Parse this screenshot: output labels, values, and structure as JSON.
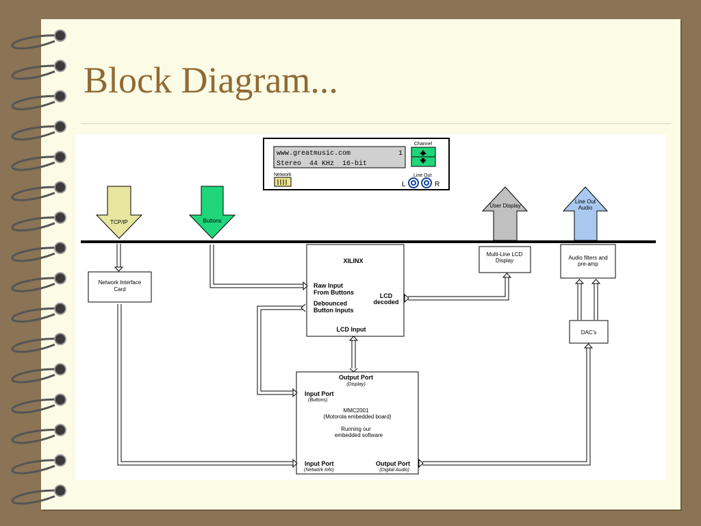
{
  "slide": {
    "title": "Block Diagram..."
  },
  "device": {
    "line1": "www.greatmusic.com",
    "line1_num": "1",
    "line2": "Stereo  44 KHz  16-bit",
    "channel_label": "Channel",
    "network_label": "Network",
    "lineout_label": "Line Out",
    "left_label": "L",
    "right_label": "R"
  },
  "arrows": {
    "tcpip": "TCP/IP",
    "buttons": "Buttons",
    "user_display": "User Display",
    "line_out_audio_1": "Line Out",
    "line_out_audio_2": "Audio"
  },
  "blocks": {
    "nic_1": "Network Interface",
    "nic_2": "Card",
    "xilinx": "XILINX",
    "raw_input_1": "Raw Input",
    "raw_input_2": "From Buttons",
    "debounced_1": "Debounced",
    "debounced_2": "Button Inputs",
    "lcd_decoded_1": "LCD",
    "lcd_decoded_2": "decoded",
    "lcd_input": "LCD Input",
    "lcd_display_1": "Multi-Line LCD",
    "lcd_display_2": "Display",
    "audio_filters_1": "Audio filters and",
    "audio_filters_2": "pre-amp",
    "dacs": "DAC's",
    "mmc_output_display": "Output Port",
    "mmc_output_display_sub": "(Display)",
    "mmc_input_buttons": "Input Port",
    "mmc_input_buttons_sub": "(Buttons)",
    "mmc_name_1": "MMC2001",
    "mmc_name_2": "(Motorola embedded board)",
    "mmc_running_1": "Running our",
    "mmc_running_2": "embedded software",
    "mmc_input_network": "Input Port",
    "mmc_input_network_sub": "(Network Info)",
    "mmc_output_audio": "Output Port",
    "mmc_output_audio_sub": "(Digital Audio)"
  },
  "colors": {
    "tcpip_arrow": "#e6e6a0",
    "buttons_arrow": "#1fd67a",
    "user_display_arrow": "#c0c0c0",
    "line_out_arrow": "#a8c8f0",
    "title": "#8f6a35",
    "channel_button": "#1fd67a"
  }
}
